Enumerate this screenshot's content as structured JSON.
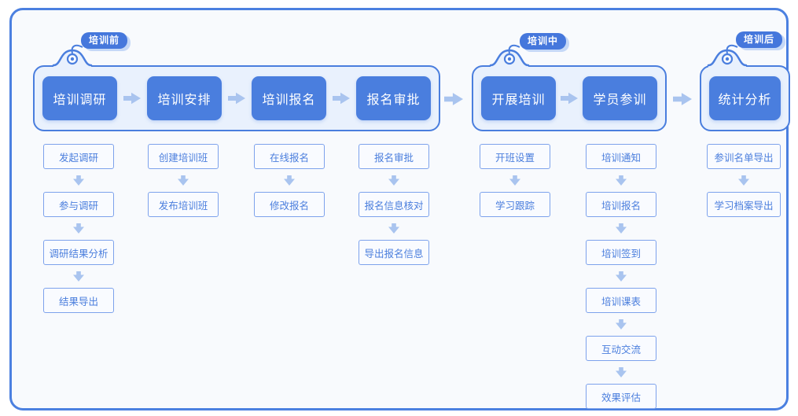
{
  "colors": {
    "primary_blue": "#4a7ede",
    "badge_blue": "#4577dc",
    "arrow_light_blue": "#a9c4ef",
    "container_fill": "#e9f1fd",
    "frame_fill": "#f8fafd",
    "frame_border": "#4b80e0",
    "step_border": "#7da2ec",
    "step_fill": "#f9fbff",
    "step_text": "#4a7edd",
    "badge_shadow": "#c5d8f7"
  },
  "icons": {
    "right_arrow": "block-arrow-right",
    "down_arrow": "block-arrow-down",
    "tag_hole": "tag-ring"
  },
  "sections": [
    {
      "badge": "培训前",
      "stages": [
        {
          "title": "培训调研",
          "steps": [
            "发起调研",
            "参与调研",
            "调研结果分析",
            "结果导出"
          ]
        },
        {
          "title": "培训安排",
          "steps": [
            "创建培训班",
            "发布培训班"
          ]
        },
        {
          "title": "培训报名",
          "steps": [
            "在线报名",
            "修改报名"
          ]
        },
        {
          "title": "报名审批",
          "steps": [
            "报名审批",
            "报名信息核对",
            "导出报名信息"
          ]
        }
      ]
    },
    {
      "badge": "培训中",
      "stages": [
        {
          "title": "开展培训",
          "steps": [
            "开班设置",
            "学习跟踪"
          ]
        },
        {
          "title": "学员参训",
          "steps": [
            "培训通知",
            "培训报名",
            "培训签到",
            "培训课表",
            "互动交流",
            "效果评估"
          ]
        }
      ]
    },
    {
      "badge": "培训后",
      "stages": [
        {
          "title": "统计分析",
          "steps": [
            "参训名单导出",
            "学习档案导出"
          ]
        }
      ]
    }
  ]
}
